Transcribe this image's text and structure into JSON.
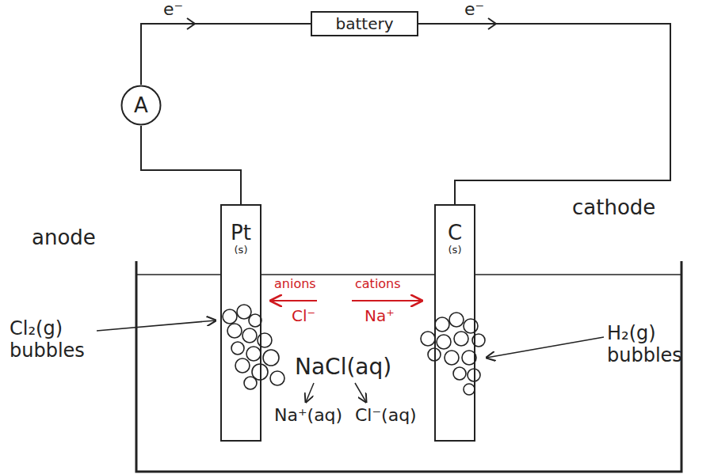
{
  "diagram": {
    "nodes": [
      {
        "text": [
          "battery"
        ]
      },
      {
        "text": [
          "A"
        ]
      },
      {
        "text": [
          "Pt",
          "(s)"
        ]
      },
      {
        "text": [
          "C",
          "(s)"
        ]
      }
    ],
    "edges": [
      {
        "from": 1,
        "to": 0,
        "arrow": "none",
        "label": "e⁻"
      },
      {
        "from": 0,
        "to": 3,
        "arrow": "none",
        "label": "e⁻"
      },
      {
        "from": 1,
        "to": 2,
        "arrow": "none"
      }
    ],
    "labels": [
      "anode",
      "cathode",
      "anions",
      "cations",
      "Cl⁻",
      "Na⁺",
      "NaCl(aq)",
      "Na⁺(aq)",
      "Cl⁻(aq)",
      "Cl₂(g) bubbles",
      "H₂(g) bubbles"
    ]
  }
}
